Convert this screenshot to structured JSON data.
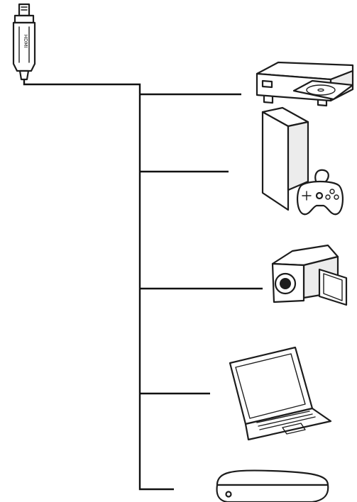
{
  "connector": {
    "label": "HDMI",
    "icon": "hdmi-plug-icon"
  },
  "devices": [
    {
      "name": "dvd-player",
      "icon": "dvd-player-icon"
    },
    {
      "name": "game-console",
      "icon": "game-console-icon"
    },
    {
      "name": "camcorder",
      "icon": "camcorder-icon"
    },
    {
      "name": "laptop",
      "icon": "laptop-icon"
    },
    {
      "name": "set-top-box",
      "icon": "set-top-box-icon"
    }
  ],
  "colors": {
    "line": "#1c1c1c",
    "background": "#ffffff",
    "shade": "#ececec"
  }
}
